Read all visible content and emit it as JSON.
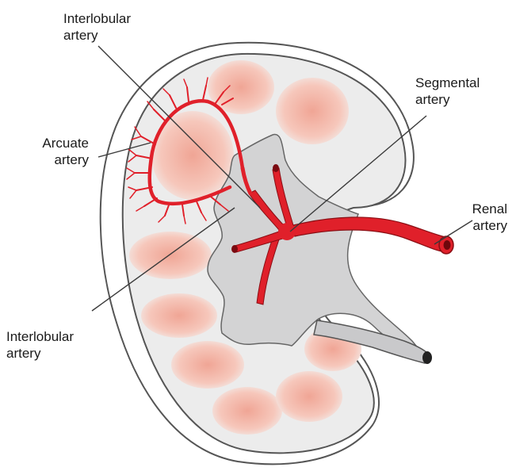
{
  "labels": {
    "interlobular_top": {
      "line1": "Interlobular",
      "line2": "artery"
    },
    "arcuate": {
      "line1": "Arcuate",
      "line2": "artery"
    },
    "segmental": {
      "line1": "Segmental",
      "line2": "artery"
    },
    "renal": {
      "line1": "Renal",
      "line2": "artery"
    },
    "interlobular_bottom": {
      "line1": "Interlobular",
      "line2": "artery"
    }
  },
  "colors": {
    "artery": "#e0202a",
    "artery_dark": "#8a0e14",
    "cortex": "#ececec",
    "sinus": "#d3d3d4",
    "pyramid": "#f2b5a6",
    "outline": "#555555",
    "leader": "#3a3a3a"
  }
}
